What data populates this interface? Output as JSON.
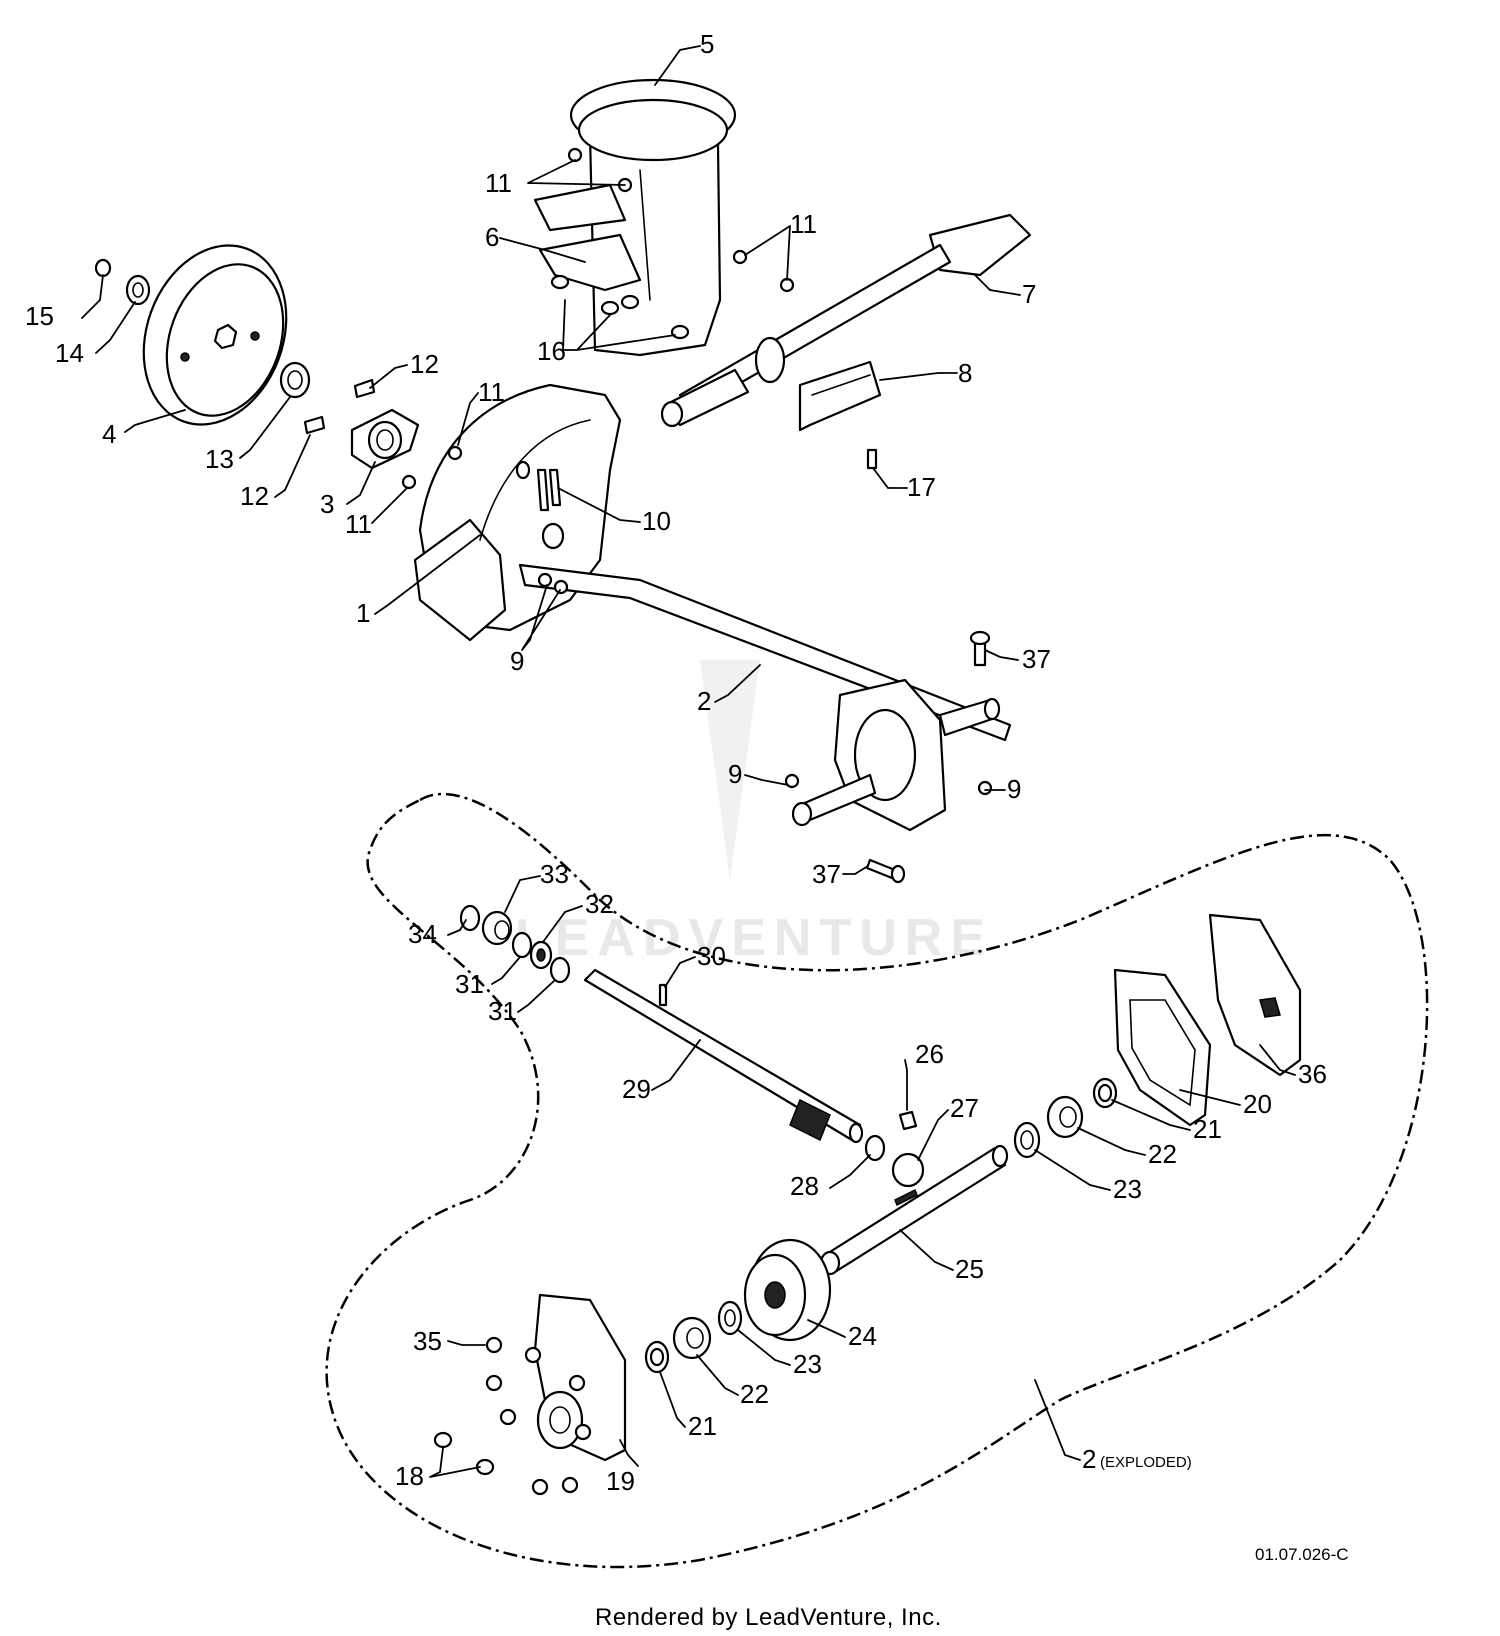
{
  "diagram_number": "01.07.026-C",
  "rendered_by": "Rendered by LeadVenture, Inc.",
  "watermark": "LEADVENTURE",
  "exploded_label": {
    "number": "2",
    "note": "(EXPLODED)"
  },
  "callouts": [
    "1",
    "2",
    "3",
    "4",
    "5",
    "6",
    "7",
    "8",
    "9",
    "10",
    "11",
    "12",
    "13",
    "14",
    "15",
    "16",
    "17",
    "18",
    "19",
    "20",
    "21",
    "22",
    "23",
    "24",
    "25",
    "26",
    "27",
    "28",
    "29",
    "30",
    "31",
    "32",
    "33",
    "34",
    "35",
    "36",
    "37"
  ]
}
